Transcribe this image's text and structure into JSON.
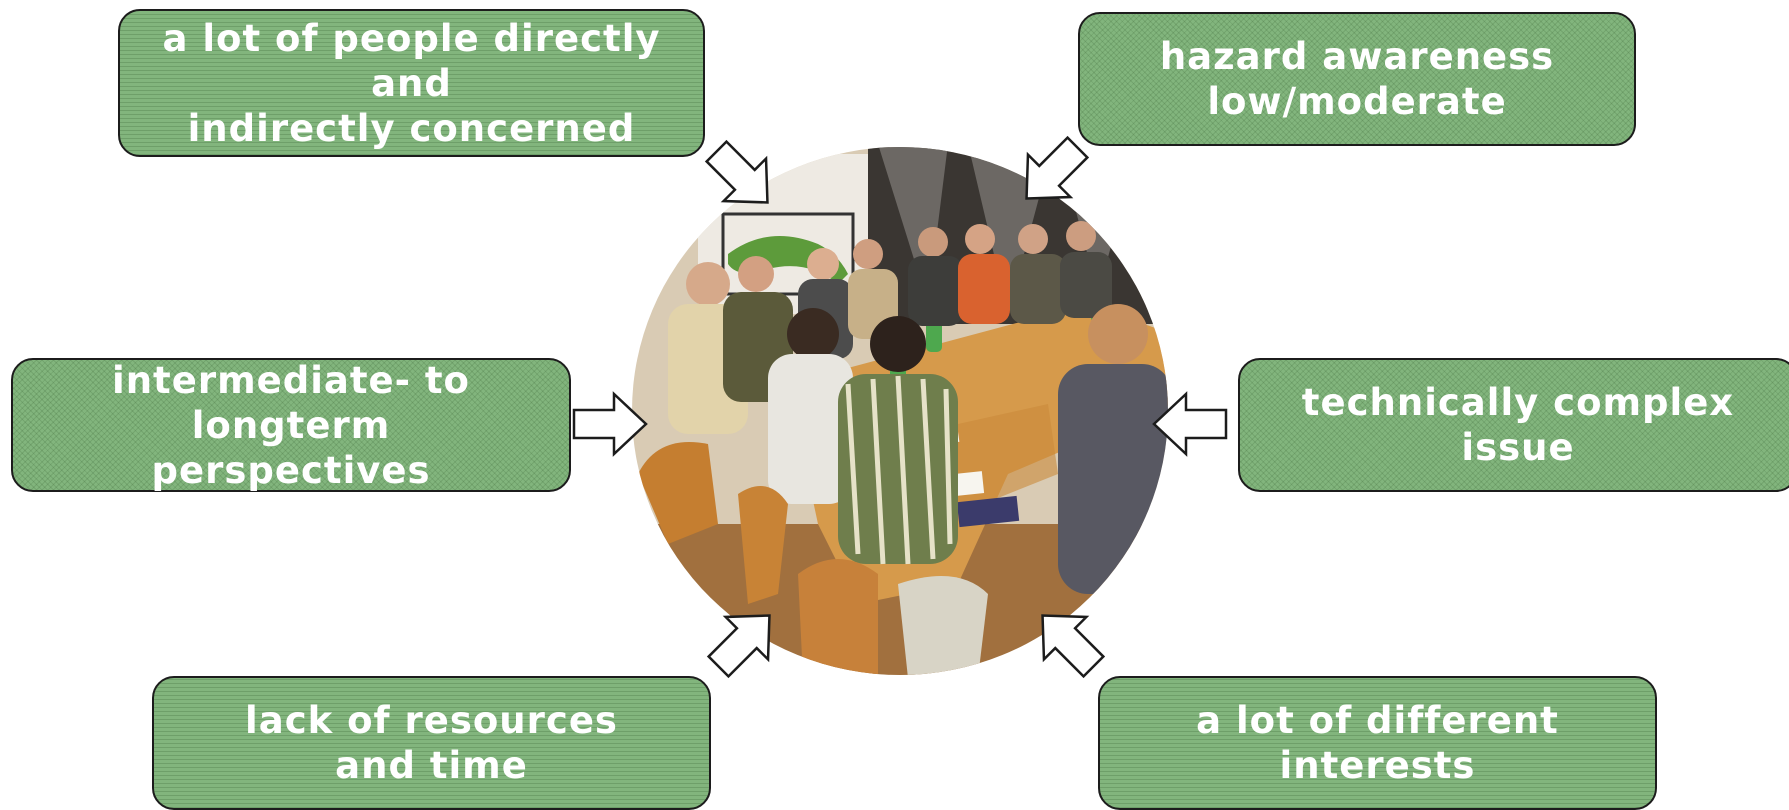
{
  "boxes": {
    "top_left": "a lot of people directly and\nindirectly concerned",
    "top_right": "hazard awareness\nlow/moderate",
    "middle_left": "intermediate- to longterm\nperspectives",
    "middle_right": "technically complex\nissue",
    "bottom_left": "lack of resources\nand time",
    "bottom_right": "a lot of different\ninterests"
  },
  "photo": {
    "description_icon": "meeting-photo"
  },
  "colors": {
    "box_fill": "#82b57d",
    "box_border": "#1c1c1c",
    "box_text": "#ffffff",
    "arrow_fill": "#ffffff",
    "arrow_stroke": "#1c1c1c"
  }
}
